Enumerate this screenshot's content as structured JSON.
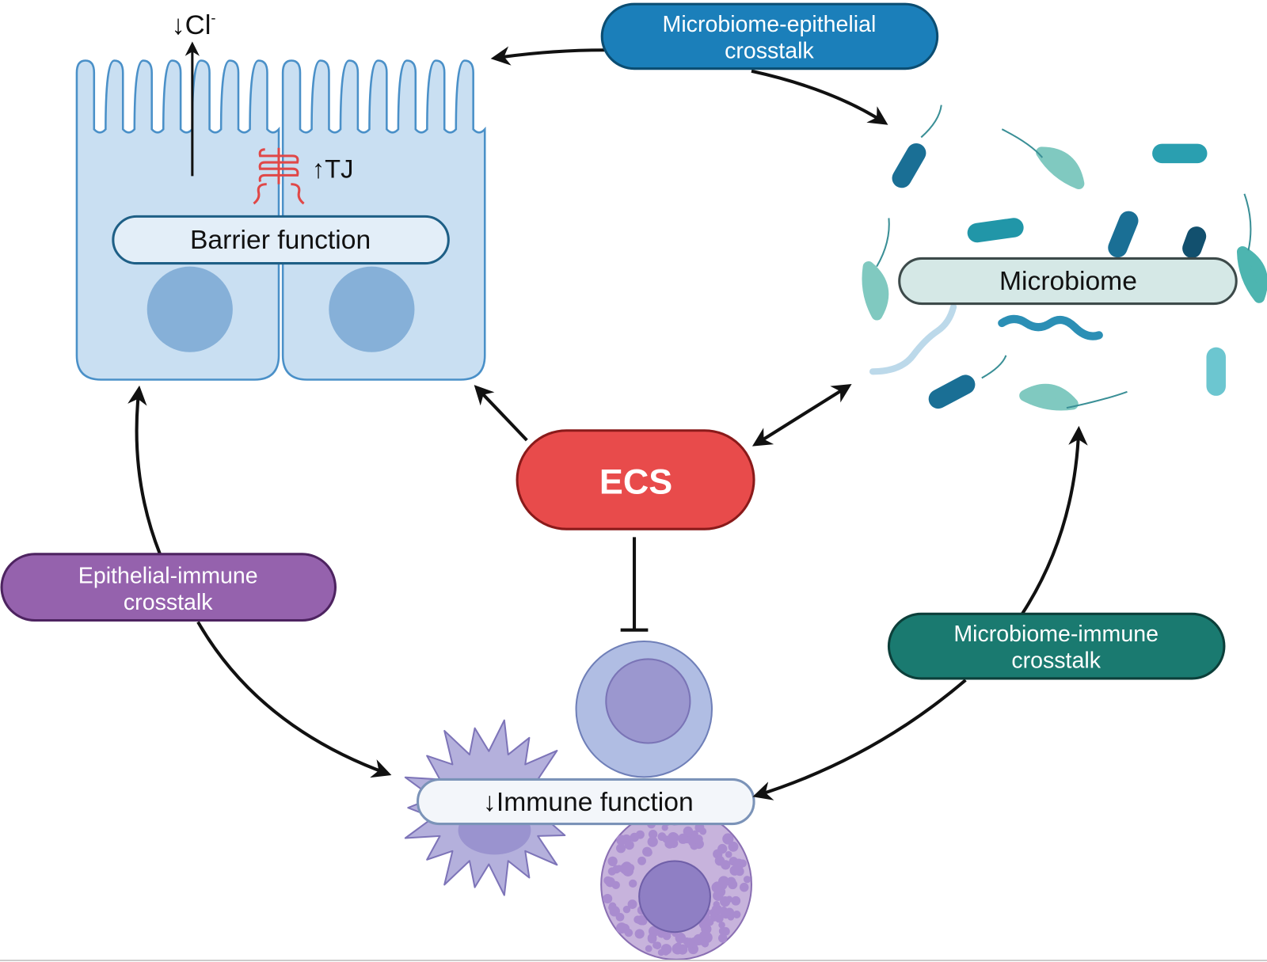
{
  "nodes": {
    "barrier": {
      "label": "Barrier function",
      "fill": "#e3eef8",
      "stroke": "#1e5f86"
    },
    "microbiome": {
      "label": "Microbiome",
      "fill": "#d5e8e6",
      "stroke": "#3d4a4a"
    },
    "ecs": {
      "label": "ECS",
      "fill": "#e84b4b",
      "stroke": "#8a1a1a"
    },
    "immune": {
      "label": "Immune function",
      "prefix": "↓",
      "fill": "#f3f6fa",
      "stroke": "#7b93b8"
    }
  },
  "crosstalk": {
    "microbiome_epithelial": {
      "line1": "Microbiome-epithelial",
      "line2": "crosstalk",
      "fill": "#1b7fba"
    },
    "epithelial_immune": {
      "line1": "Epithelial-immune",
      "line2": "crosstalk",
      "fill": "#9562ad"
    },
    "microbiome_immune": {
      "line1": "Microbiome-immune",
      "line2": "crosstalk",
      "fill": "#1a7a70"
    }
  },
  "annotations": {
    "chloride": {
      "arrow": "↓",
      "label": "Cl",
      "superscript": "-"
    },
    "tight_junction": {
      "arrow": "↑",
      "label": "TJ"
    }
  },
  "colors": {
    "epithelium": "#c9dff2",
    "epithelium_stroke": "#4a90c8",
    "nucleus": "#86b0d8",
    "arrow": "#111111"
  }
}
